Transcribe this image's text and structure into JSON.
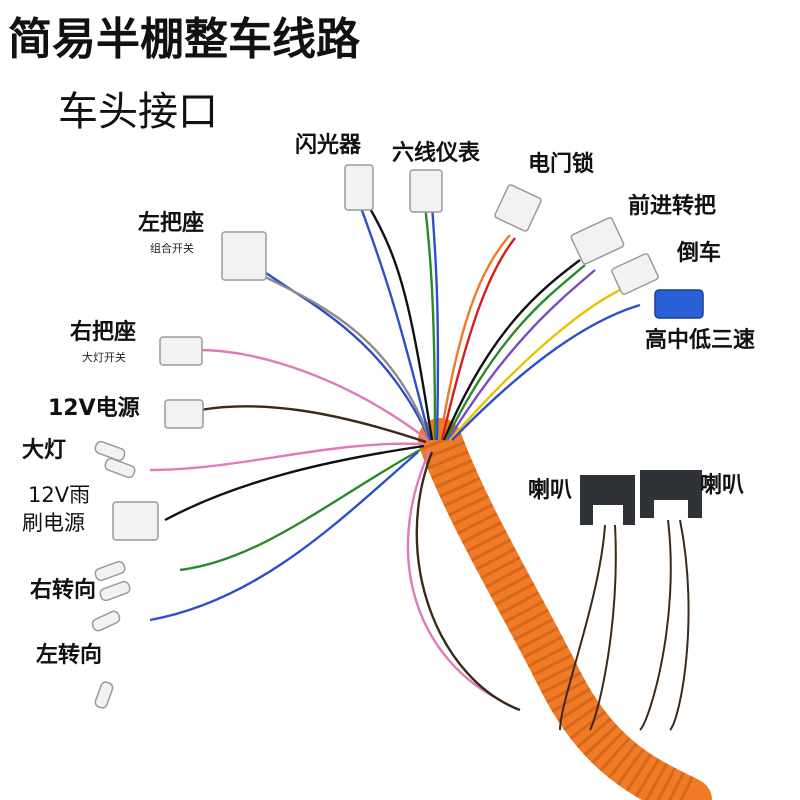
{
  "title": "简易半棚整车线路",
  "subtitle": "车头接口",
  "connectors": {
    "flasher": "闪光器",
    "six_wire_meter": "六线仪表",
    "ignition_lock": "电门锁",
    "throttle": "前进转把",
    "reverse": "倒车",
    "three_speed": "高中低三速",
    "left_switch": "左把座",
    "left_switch_note": "组合开关",
    "right_switch": "右把座",
    "right_switch_note": "大灯开关",
    "power_12v": "12V电源",
    "headlight": "大灯",
    "wiper_power_line1": "12V雨",
    "wiper_power_line2": "刷电源",
    "right_turn": "右转向",
    "left_turn": "左转向",
    "horn_left": "喇叭",
    "horn_right": "喇叭"
  },
  "colors": {
    "sleeve": "#f07a26",
    "connector": "#f2f2f2",
    "horn": "#2f3338",
    "speed_plug": "#2a5fd6"
  }
}
